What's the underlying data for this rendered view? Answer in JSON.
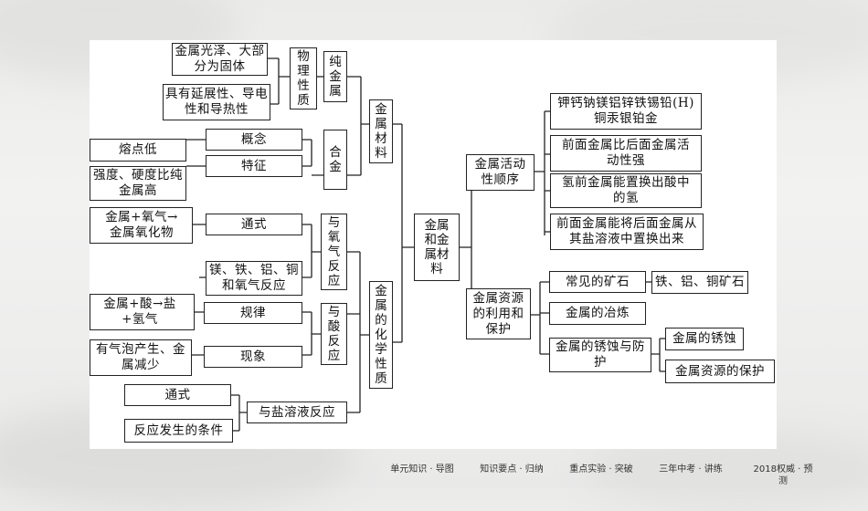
{
  "diagram": {
    "nodes": {
      "root": "金属和金属材料",
      "mat": "金属材料",
      "chem": "金属的化学性质",
      "pure": "纯金属",
      "alloy": "合金",
      "phys": "物理性质",
      "p1": "金属光泽、大部分为固体",
      "p2": "具有延展性、导电性和导热性",
      "concept": "概念",
      "feature": "特征",
      "melt": "熔点低",
      "hard": "强度、硬度比纯金属高",
      "o2": "与氧气反应",
      "formula1": "通式",
      "o2eq": "金属+氧气→金属氧化物",
      "o2ex": "镁、铁、铝、铜和氧气反应",
      "acid": "与酸反应",
      "rule": "规律",
      "phenom": "现象",
      "acideq": "金属+酸→盐+氢气",
      "acidph": "有气泡产生、金属减少",
      "salt": "与盐溶液反应",
      "formula2": "通式",
      "cond": "反应发生的条件",
      "act": "金属活动性顺序",
      "a1": "钾钙钠镁铝锌铁锡铅(H)铜汞银铂金",
      "a2": "前面金属比后面金属活动性强",
      "a3": "氢前金属能置换出酸中的氢",
      "a4": "前面金属能将后面金属从其盐溶液中置换出来",
      "res": "金属资源的利用和保护",
      "ore": "常见的矿石",
      "oreex": "铁、铝、铜矿石",
      "smelt": "金属的冶炼",
      "corr": "金属的锈蚀与防护",
      "rust": "金属的锈蚀",
      "protect": "金属资源的保护"
    }
  },
  "nav": {
    "items": [
      "单元知识 · 导图",
      "知识要点 · 归纳",
      "重点实验 · 突破",
      "三年中考 · 讲练",
      "2018权威 · 预测"
    ]
  },
  "colors": {
    "line": "#222222",
    "box_border": "#222222",
    "panel": "#ffffff"
  }
}
